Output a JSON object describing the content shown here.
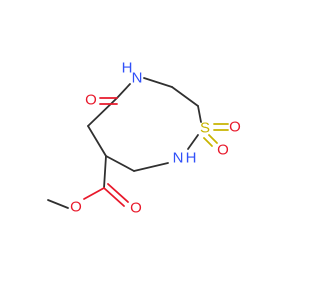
{
  "molecule": {
    "atoms": {
      "O_ketone": "O",
      "N_top": "N",
      "H_top": "H",
      "S": "S",
      "O_s1": "O",
      "O_s2": "O",
      "N_mid": "N",
      "H_mid": "H",
      "O_ester_double": "O",
      "O_ester_single": "O"
    },
    "colors": {
      "carbon_bond": "#303030",
      "oxygen": "#e8192b",
      "nitrogen": "#3050f8",
      "sulfur": "#c8b400"
    }
  }
}
